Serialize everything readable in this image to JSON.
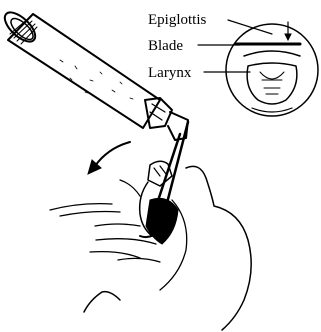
{
  "diagram": {
    "labels": {
      "epiglottis": "Epiglottis",
      "blade": "Blade",
      "larynx": "Larynx"
    },
    "colors": {
      "ink": "#000000",
      "background": "#ffffff"
    },
    "icons": {
      "laryngoscope": "laryngoscope-icon",
      "head": "patient-head-icon",
      "rotation_arrow": "curved-arrow-icon",
      "inset_view": "larynx-view-icon"
    }
  }
}
